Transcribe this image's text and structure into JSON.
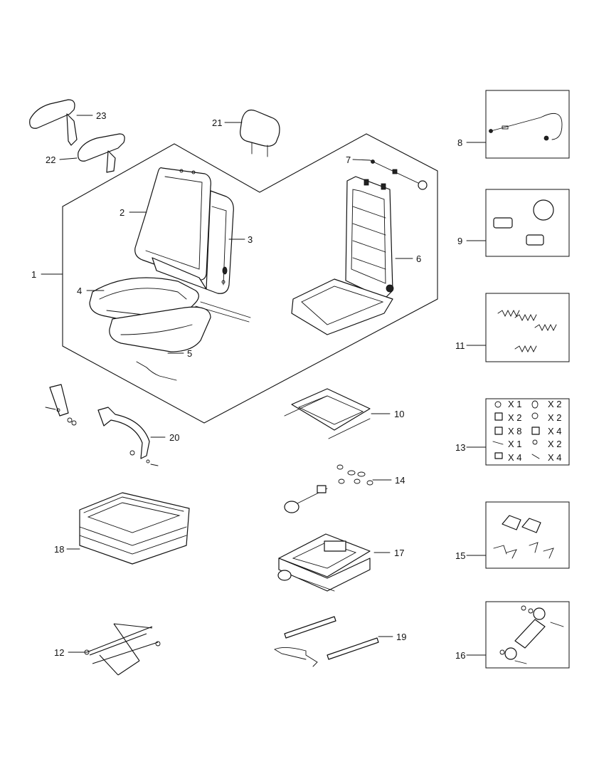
{
  "callouts": {
    "c1": "1",
    "c2": "2",
    "c3": "3",
    "c4": "4",
    "c5": "5",
    "c6": "6",
    "c7": "7",
    "c8": "8",
    "c9": "9",
    "c10": "10",
    "c11": "11",
    "c12": "12",
    "c13": "13",
    "c14": "14",
    "c15": "15",
    "c16": "16",
    "c17": "17",
    "c18": "18",
    "c19": "19",
    "c20": "20",
    "c21": "21",
    "c22": "22",
    "c23": "23"
  },
  "kit13": {
    "q1": "X 1",
    "q2": "X 2",
    "q3": "X 2",
    "q4": "X 2",
    "q5": "X 8",
    "q6": "X 4",
    "q7": "X 1",
    "q8": "X 2",
    "q9": "X 4",
    "q10": "X 4"
  }
}
